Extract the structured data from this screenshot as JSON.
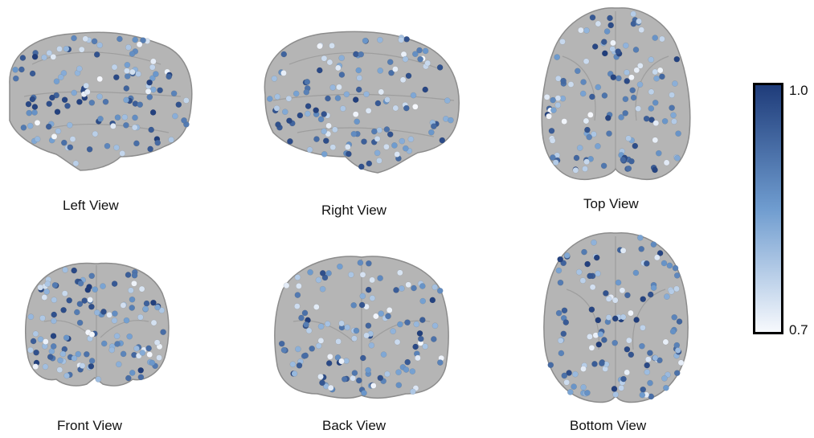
{
  "views": [
    {
      "id": "left",
      "label": "Left View"
    },
    {
      "id": "right",
      "label": "Right View"
    },
    {
      "id": "top",
      "label": "Top View"
    },
    {
      "id": "front",
      "label": "Front View"
    },
    {
      "id": "back",
      "label": "Back View"
    },
    {
      "id": "bottom",
      "label": "Bottom View"
    }
  ],
  "colorbar": {
    "max_label": "1.0",
    "min_label": "0.7",
    "range": [
      0.7,
      1.0
    ],
    "color_high": "#1f3c7a",
    "color_mid": "#6f9ccf",
    "color_low": "#f7f9fd"
  },
  "colors": {
    "brain_fill": "#a8a8a8",
    "brain_stroke": "#8c8c8c",
    "background": "#ffffff"
  }
}
